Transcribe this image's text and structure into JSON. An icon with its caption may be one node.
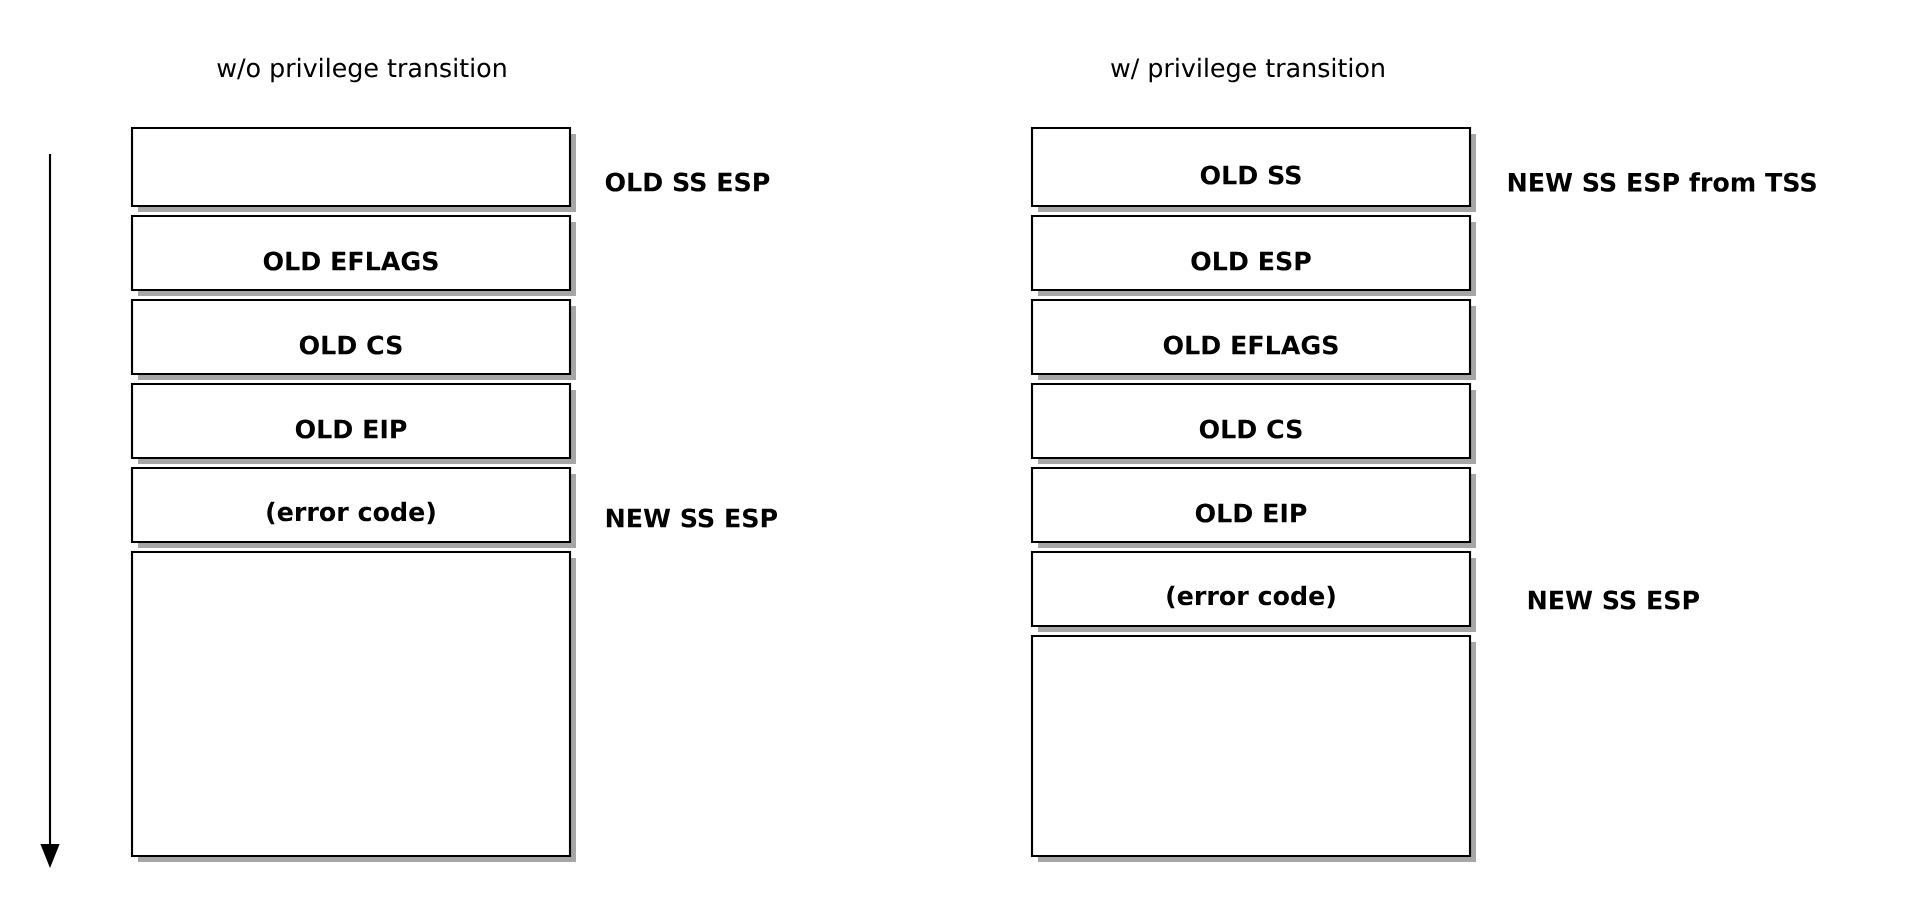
{
  "diagram": {
    "nodes": [
      {
        "text": [],
        "shape": "box",
        "beside": [
          "OLD SS ESP"
        ]
      },
      {
        "text": [
          "OLD EFLAGS"
        ]
      },
      {
        "text": [
          "OLD CS"
        ]
      },
      {
        "text": [
          "OLD EIP"
        ]
      },
      {
        "text": [
          "(error code)"
        ],
        "beside": [
          "NEW SS ESP"
        ]
      },
      {
        "text": [],
        "shape": "box"
      },
      {
        "text": [
          "OLD SS"
        ],
        "beside": [
          "NEW SS ESP from TSS"
        ]
      },
      {
        "text": [
          "OLD ESP"
        ]
      },
      {
        "text": [
          "OLD EFLAGS"
        ]
      },
      {
        "text": [
          "OLD CS"
        ]
      },
      {
        "text": [
          "OLD EIP"
        ]
      },
      {
        "text": [
          "(error code)"
        ],
        "beside": [
          "NEW SS ESP"
        ]
      },
      {
        "text": [],
        "shape": "box"
      }
    ],
    "labels": [
      "w/o privilege transition",
      "w/ privilege transition"
    ]
  }
}
